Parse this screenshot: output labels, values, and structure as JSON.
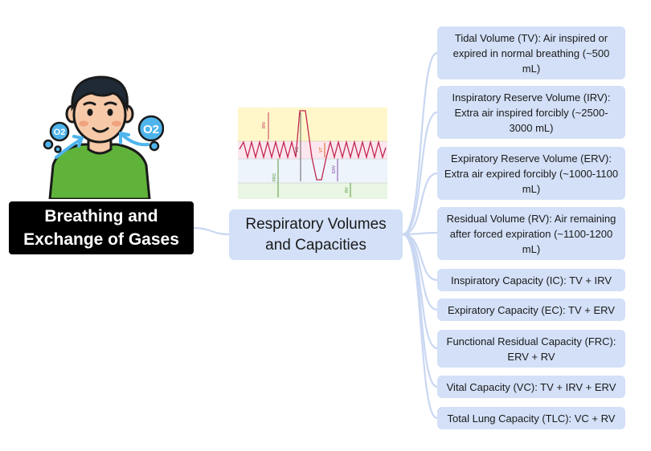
{
  "root": {
    "line1": "Breathing and",
    "line2": "Exchange of Gases"
  },
  "hub": {
    "line1": "Respiratory Volumes",
    "line2": "and Capacities"
  },
  "graph_labels": {
    "irv": "IRV",
    "vc": "VC",
    "vt": "VT",
    "erv": "ERV",
    "frc": "FRC",
    "rv": "RV"
  },
  "avatar": {
    "o2_left": "O2",
    "o2_right": "O2"
  },
  "leaves": [
    {
      "text": "Tidal Volume (TV): Air inspired or expired in normal breathing (~500 mL)"
    },
    {
      "text": "Inspiratory Reserve Volume (IRV): Extra air inspired forcibly (~2500-3000 mL)"
    },
    {
      "text": "Expiratory Reserve Volume (ERV): Extra air expired forcibly (~1000-1100 mL)"
    },
    {
      "text": "Residual Volume (RV): Air remaining after forced expiration (~1100-1200 mL)"
    },
    {
      "text": "Inspiratory Capacity (IC): TV + IRV"
    },
    {
      "text": "Expiratory Capacity (EC): TV + ERV"
    },
    {
      "text": "Functional Residual Capacity (FRC): ERV + RV"
    },
    {
      "text": "Vital Capacity (VC): TV + IRV + ERV"
    },
    {
      "text": "Total Lung Capacity (TLC): VC + RV"
    }
  ],
  "colors": {
    "node_fill": "#d3e0f7",
    "connector": "#c9d7f2",
    "root_fill": "#000000",
    "shirt": "#5fb33a",
    "o2_bubble": "#4fb4ec"
  }
}
